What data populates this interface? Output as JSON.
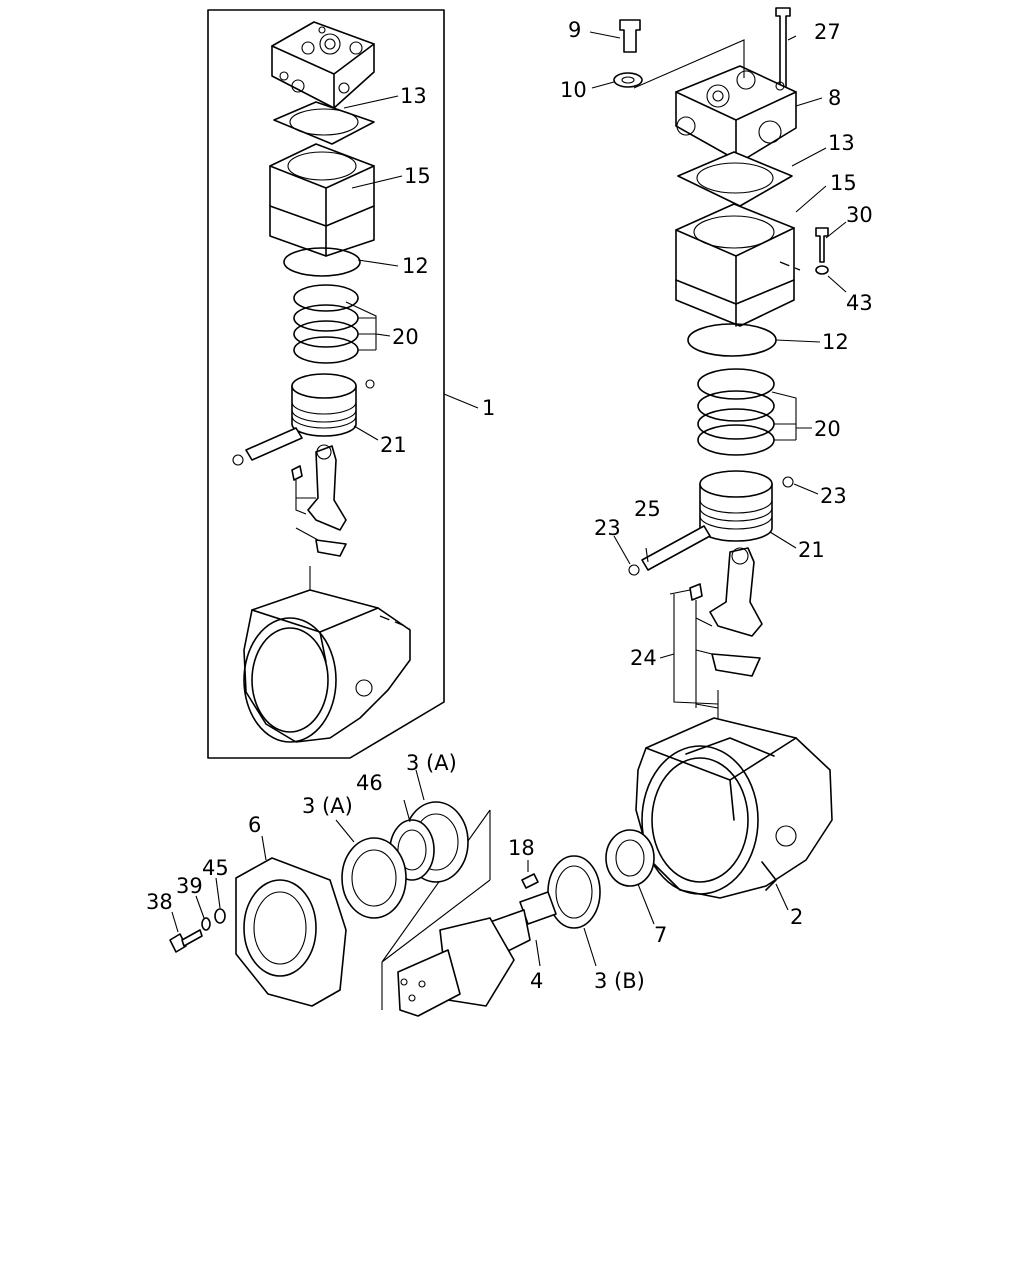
{
  "diagram": {
    "callouts": {
      "assembly_1": "1",
      "left_head_13": "13",
      "left_block_15": "15",
      "left_oring_12": "12",
      "left_rings_20": "20",
      "left_piston_21": "21",
      "right_fitting_9": "9",
      "right_washer_10": "10",
      "right_bolt_27": "27",
      "right_head_8": "8",
      "right_gasket_13": "13",
      "right_block_15": "15",
      "right_bolt_30": "30",
      "right_washer_43": "43",
      "right_oring_12": "12",
      "right_rings_20": "20",
      "right_clip_23a": "23",
      "right_clip_23b": "23",
      "right_pin_25": "25",
      "right_piston_21": "21",
      "right_conrod_24": "24",
      "crankcase_2": "2",
      "cover_6": "6",
      "bearing_3a_left": "3 (A)",
      "spacer_46": "46",
      "bearing_3a_right": "3 (A)",
      "key_18": "18",
      "seal_7": "7",
      "bearing_3b": "3 (B)",
      "crankshaft_4": "4",
      "bolt_38": "38",
      "washer_39": "39",
      "washer_45": "45"
    }
  }
}
